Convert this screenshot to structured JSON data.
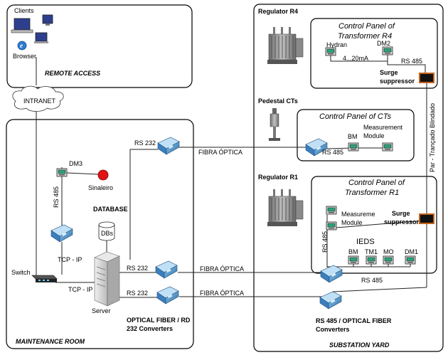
{
  "remote": {
    "clients": "Clients",
    "browser": "Browser",
    "title": "REMOTE ACCESS",
    "intranet": "INTRANET"
  },
  "maintenance": {
    "title": "MAINTENANCE ROOM",
    "dm3": "DM3",
    "sinaleiro": "Sinaleiro",
    "rs485": "RS 485",
    "database": "DATABASE",
    "dbs": "DBs",
    "tcpip1": "TCP - IP",
    "tcpip2": "TCP - IP",
    "switch": "Switch",
    "server": "Server",
    "rs232_top": "RS 232",
    "rs232_mid": "RS 232",
    "rs232_bot": "RS 232",
    "converters_line1": "OPTICAL FIBER / RD",
    "converters_line2": "232 Converters"
  },
  "links": {
    "fibra1": "FIBRA ÓPTICA",
    "fibra2": "FIBRA ÓPTICA",
    "fibra3": "FIBRA ÓPTICA"
  },
  "substation": {
    "title": "SUBSTATION YARD",
    "regulator_r4": "Regulator R4",
    "pedestal": "Pedestal CTs",
    "regulator_r1": "Regulator R1",
    "twisted_pair": "Par - Trançado Blindado",
    "r4": {
      "title1": "Control Panel of",
      "title2": "Transformer R4",
      "hydran": "Hydran",
      "dm2": "DM2",
      "ma": "4...20mA",
      "rs485": "RS 485",
      "surge1": "Surge",
      "surge2": "suppressor"
    },
    "cts": {
      "title": "Control Panel of CTs",
      "bm": "BM",
      "meas1": "Measurement",
      "meas2": "Module",
      "rs485": "RS 485"
    },
    "r1": {
      "title1": "Control Panel of",
      "title2": "Transformer R1",
      "meas1": "Measureme",
      "meas2": "Module",
      "surge1": "Surge",
      "surge2": "suppressor",
      "rs485_vert": "RS 485",
      "ieds": "IEDS",
      "bm": "BM",
      "tm1": "TM1",
      "mo": "MO",
      "dm1": "DM1",
      "rs485": "RS 485"
    },
    "conv_line1": "RS 485 / OPTICAL FIBER",
    "conv_line2": "Converters"
  }
}
